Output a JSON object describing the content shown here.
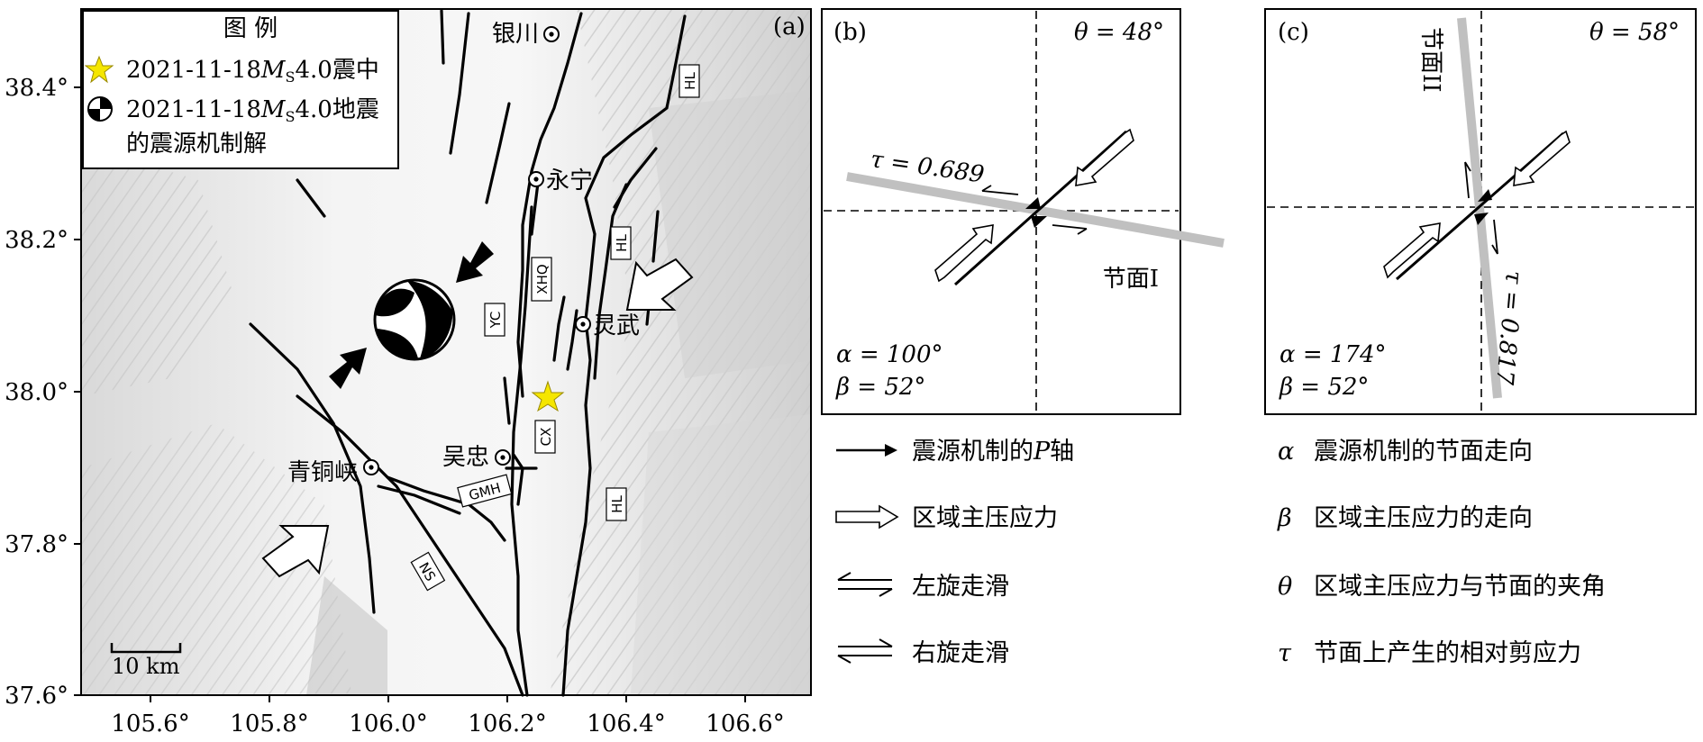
{
  "panel_a": {
    "label": "(a)",
    "legend": {
      "title": "图 例",
      "epicenter_date": "2021-11-18",
      "epicenter_mag": "M",
      "epicenter_sub": "S",
      "epicenter_suffix": "4.0震中",
      "fm_date": "2021-11-18",
      "fm_mag": "M",
      "fm_sub": "S",
      "fm_suffix": "4.0地震",
      "fm_line2": "的震源机制解"
    },
    "cities": [
      "银川",
      "永宁",
      "灵武",
      "吴忠",
      "青铜峡"
    ],
    "fault_labels": [
      "HL",
      "HL",
      "HL",
      "XHQ",
      "YC",
      "CX",
      "GMH",
      "NS"
    ],
    "x_ticks": [
      "105.6°",
      "105.8°",
      "106.0°",
      "106.2°",
      "106.4°",
      "106.6°"
    ],
    "y_ticks": [
      "38.4°",
      "38.2°",
      "38.0°",
      "37.8°",
      "37.6°"
    ],
    "scale_bar": "10 km",
    "epicenter": {
      "lon": 106.27,
      "lat": 38.0,
      "color": "#f5e600"
    }
  },
  "panel_b": {
    "label": "(b)",
    "theta": "θ = 48°",
    "tau": "τ = 0.689",
    "plane": "节面I",
    "alpha": "α = 100°",
    "beta": "β = 52°"
  },
  "panel_c": {
    "label": "(c)",
    "theta": "θ = 58°",
    "tau": "τ = 0.817",
    "plane": "节面II",
    "alpha": "α = 174°",
    "beta": "β = 52°"
  },
  "legend_bottom": {
    "p_axis": "震源机制的P轴",
    "p_axis_pre": "震源机制的",
    "p_axis_p": "P",
    "p_axis_post": "轴",
    "regional_stress": "区域主压应力",
    "left_lateral": "左旋走滑",
    "right_lateral": "右旋走滑",
    "alpha_sym": "α",
    "alpha_desc": "震源机制的节面走向",
    "beta_sym": "β",
    "beta_desc": "区域主压应力的走向",
    "theta_sym": "θ",
    "theta_desc": "区域主压应力与节面的夹角",
    "tau_sym": "τ",
    "tau_desc": "节面上产生的相对剪应力"
  }
}
